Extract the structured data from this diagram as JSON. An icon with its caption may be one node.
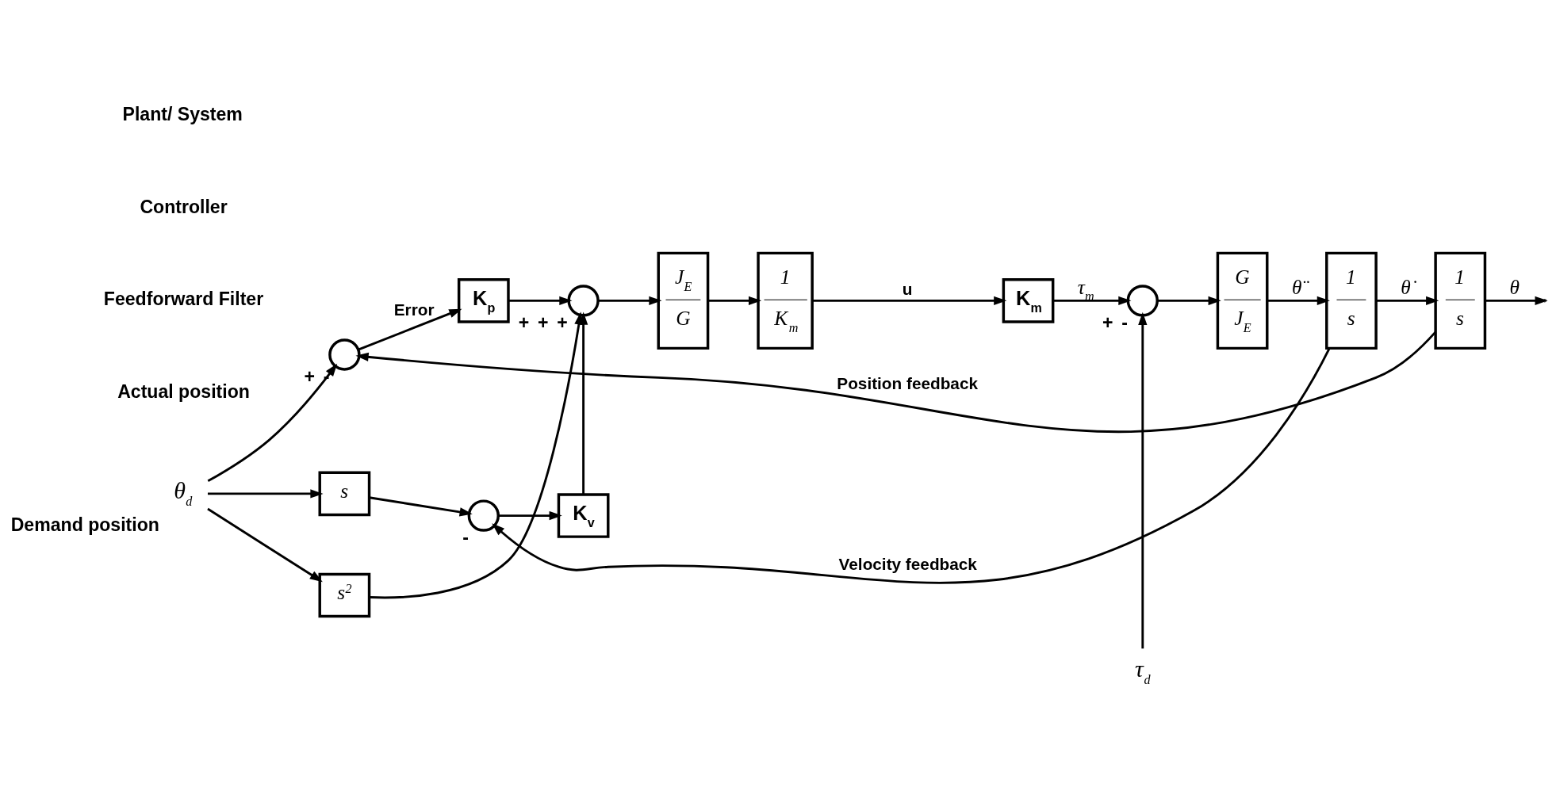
{
  "diagram": {
    "nodes": [
      {
        "text": [
          "θ$_{d}$"
        ],
        "beside": [
          "Demand position"
        ]
      },
      {
        "text": [],
        "shape": "circle",
        "beside": [
          "+",
          "-"
        ]
      },
      {
        "text": [
          "K$_{p}$"
        ]
      },
      {
        "text": [],
        "shape": "circle",
        "beside": [
          "+",
          "+",
          "+"
        ]
      },
      {
        "text": [
          "s"
        ]
      },
      {
        "text": [
          "s$^{2}$"
        ]
      },
      {
        "text": [],
        "shape": "circle",
        "beside": [
          "-"
        ]
      },
      {
        "text": [
          "K$_{v}$"
        ]
      },
      {
        "text": [
          "J$_{E}$",
          "G"
        ]
      },
      {
        "text": [
          "1",
          "K$_{m}$"
        ]
      },
      {
        "text": [
          "K$_{m}$"
        ]
      },
      {
        "text": [],
        "shape": "circle",
        "beside": [
          "+",
          "-"
        ]
      },
      {
        "text": [
          "τ$_{d}$"
        ]
      },
      {
        "text": [
          "G",
          "J$_{E}$"
        ]
      },
      {
        "text": [
          "1",
          "s"
        ]
      },
      {
        "text": [
          "1",
          "s"
        ]
      }
    ],
    "edges": [
      {
        "from": 0,
        "to": 1,
        "arrow": "to"
      },
      {
        "from": 0,
        "to": 4,
        "arrow": "to"
      },
      {
        "from": 0,
        "to": 5,
        "arrow": "to"
      },
      {
        "from": 1,
        "to": 2,
        "arrow": "to",
        "label": "Error"
      },
      {
        "from": 2,
        "to": 3,
        "arrow": "to"
      },
      {
        "from": 4,
        "to": 6,
        "arrow": "to"
      },
      {
        "from": 6,
        "to": 7,
        "arrow": "to"
      },
      {
        "from": 7,
        "to": 3,
        "arrow": "to"
      },
      {
        "from": 5,
        "to": 3,
        "arrow": "to"
      },
      {
        "from": 3,
        "to": 8,
        "arrow": "to"
      },
      {
        "from": 8,
        "to": 9,
        "arrow": "to"
      },
      {
        "from": 9,
        "to": 10,
        "arrow": "to",
        "label": "u"
      },
      {
        "from": 10,
        "to": 11,
        "arrow": "to",
        "label": "τ$_{m}$"
      },
      {
        "from": 12,
        "to": 11,
        "arrow": "to"
      },
      {
        "from": 11,
        "to": 13,
        "arrow": "to"
      },
      {
        "from": 13,
        "to": 14,
        "arrow": "to",
        "label": "θ̈"
      },
      {
        "from": 14,
        "to": 15,
        "arrow": "to",
        "label": "θ̇"
      },
      {
        "from": 15,
        "to": null,
        "arrow": "to",
        "label": "θ"
      },
      {
        "from": 14,
        "to": 6,
        "arrow": "to",
        "label": "Velocity feedback"
      },
      {
        "from": 15,
        "to": 1,
        "arrow": "to",
        "label": "Position feedback"
      }
    ],
    "labels": [
      "Actual position",
      "Feedforward Filter",
      "Controller",
      "Plant/ System"
    ]
  }
}
